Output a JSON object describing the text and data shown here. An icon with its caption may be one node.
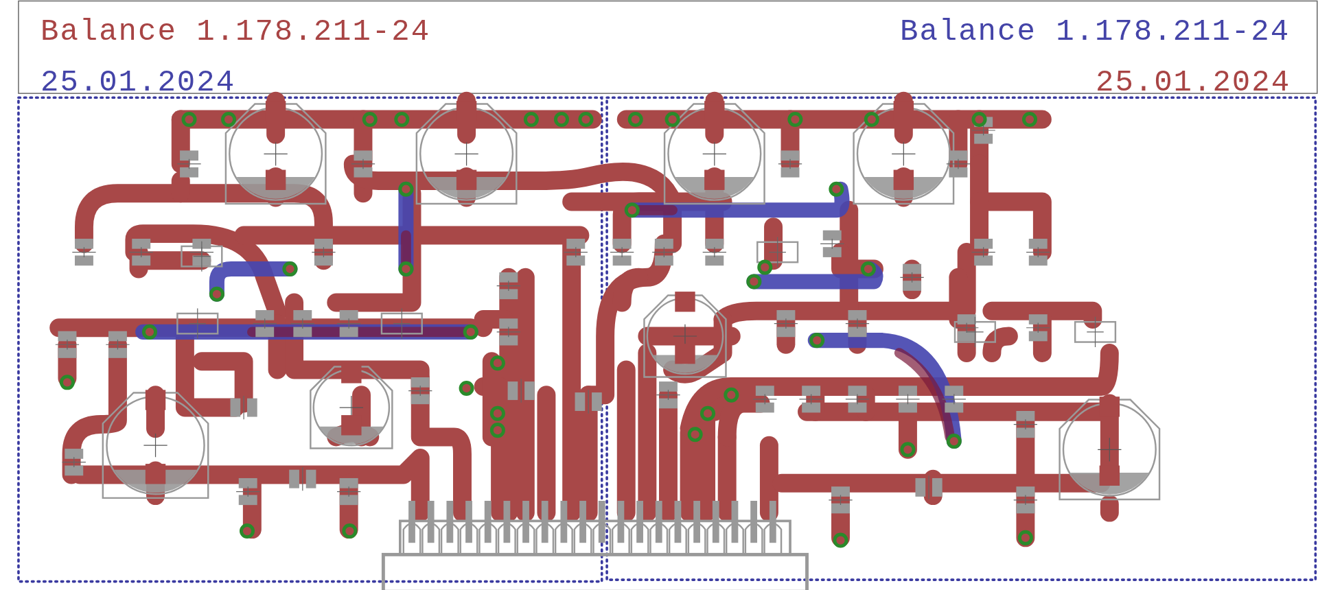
{
  "diagram": {
    "labels": [
      "Balance 1.178.211-24",
      "25.01.2024",
      "Balance 1.178.211-24",
      "25.01.2024"
    ]
  }
}
